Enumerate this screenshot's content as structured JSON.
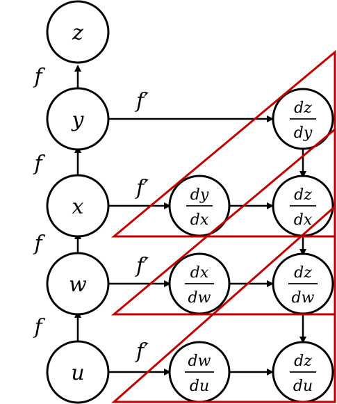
{
  "nodes": {
    "z": "z",
    "y": "y",
    "x": "x",
    "w": "w",
    "u": "u"
  },
  "function_label": "f",
  "derivative_label": "f′",
  "local_derivatives": [
    {
      "num": "dy",
      "den": "dx"
    },
    {
      "num": "dx",
      "den": "dw"
    },
    {
      "num": "dw",
      "den": "du"
    }
  ],
  "accumulated_derivatives": [
    {
      "num": "dz",
      "den": "dy"
    },
    {
      "num": "dz",
      "den": "dx"
    },
    {
      "num": "dz",
      "den": "dw"
    },
    {
      "num": "dz",
      "den": "du"
    }
  ],
  "colors": {
    "triangle": "#c00000",
    "stroke": "#000000"
  }
}
